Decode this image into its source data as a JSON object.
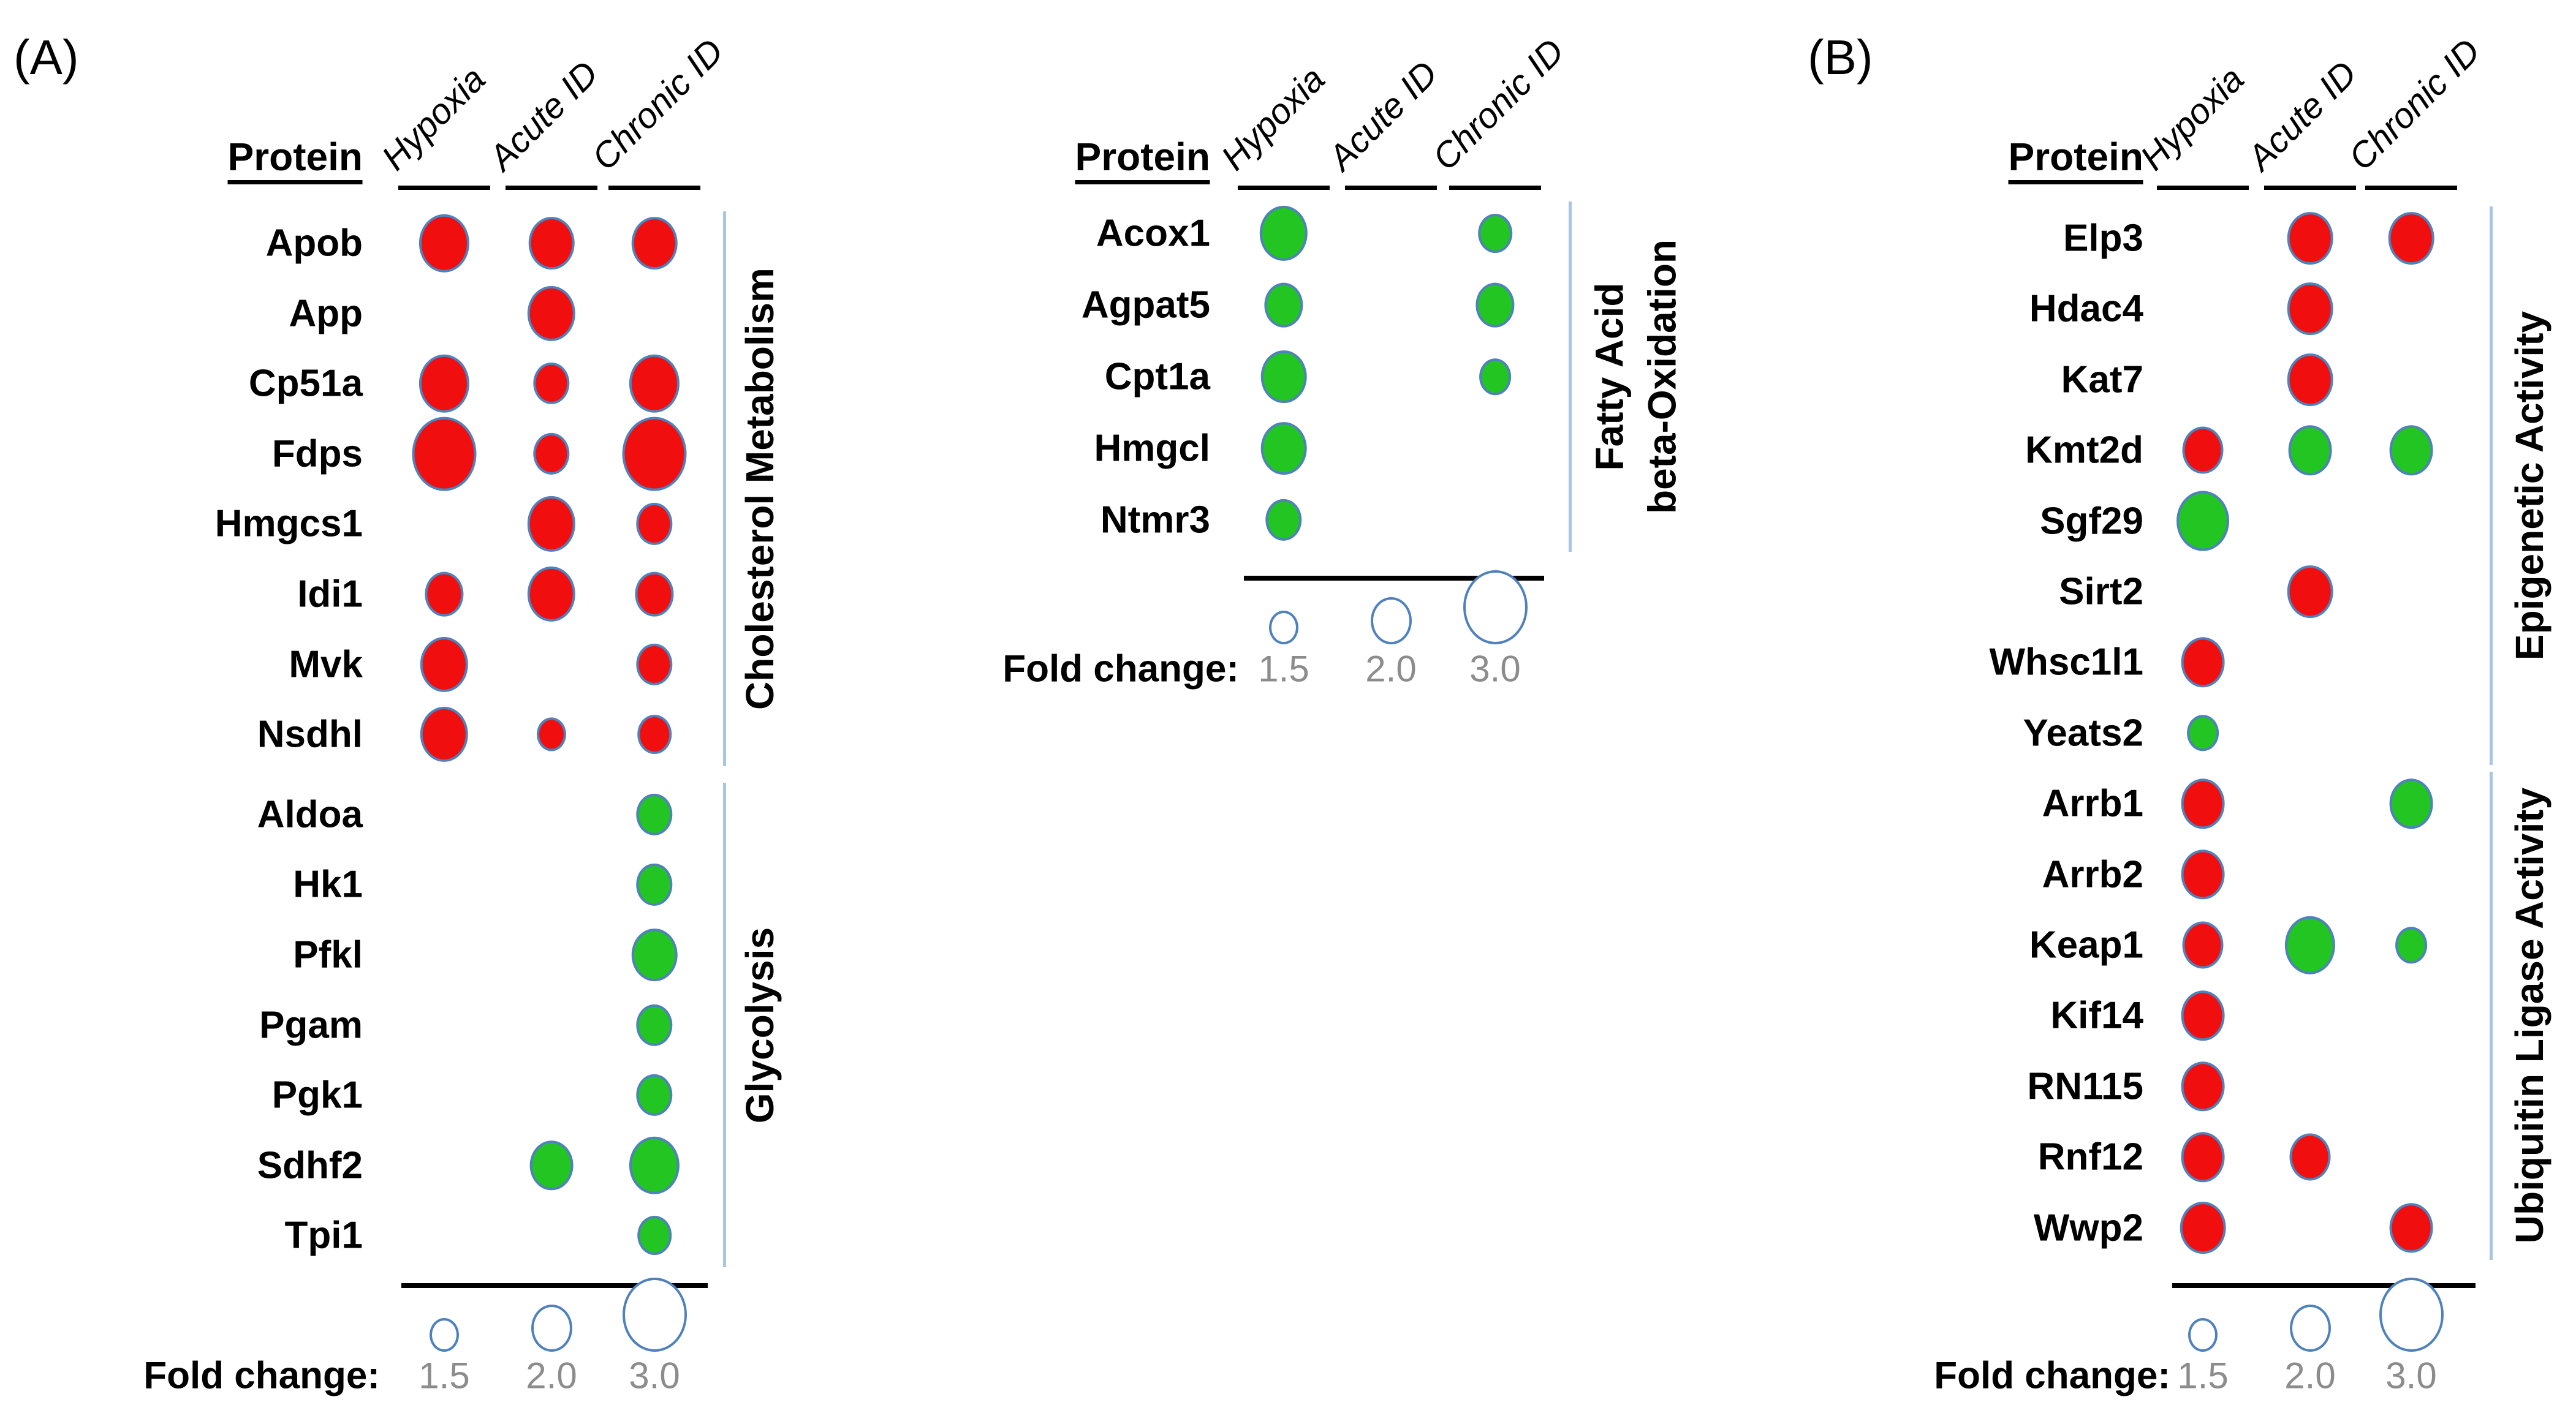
{
  "figure": {
    "panel_a_label": "(A)",
    "panel_b_label": "(B)",
    "protein_header": "Protein",
    "fold_change_label": "Fold change:",
    "legend_values": [
      "1.5",
      "2.0",
      "3.0"
    ],
    "columns": [
      "Hypoxia",
      "Acute ID",
      "Chronic ID"
    ],
    "colors": {
      "red_dot": "#f10e0e",
      "green_dot": "#22c522",
      "dot_outline": "#4f81bd",
      "group_bracket": "#a9c5e6",
      "legend_number": "#8c8c8c",
      "text": "#000000"
    }
  },
  "chart_data": {
    "type": "bubble-matrix",
    "columns": [
      "Hypoxia",
      "Acute ID",
      "Chronic ID"
    ],
    "legend": {
      "label": "Fold change:",
      "values": [
        1.5,
        2.0,
        3.0
      ]
    },
    "dot_colors": [
      "red",
      "green"
    ],
    "panels": [
      {
        "id": "A-left",
        "groups": [
          {
            "label": "Cholesterol Metabolism",
            "rows": [
              {
                "protein": "Apob",
                "dots": [
                  {
                    "col": 0,
                    "fold": 2.4,
                    "color": "red"
                  },
                  {
                    "col": 1,
                    "fold": 2.2,
                    "color": "red"
                  },
                  {
                    "col": 2,
                    "fold": 2.2,
                    "color": "red"
                  }
                ]
              },
              {
                "protein": "App",
                "dots": [
                  {
                    "col": 1,
                    "fold": 2.3,
                    "color": "red"
                  }
                ]
              },
              {
                "protein": "Cp51a",
                "dots": [
                  {
                    "col": 0,
                    "fold": 2.4,
                    "color": "red"
                  },
                  {
                    "col": 1,
                    "fold": 1.8,
                    "color": "red"
                  },
                  {
                    "col": 2,
                    "fold": 2.4,
                    "color": "red"
                  }
                ]
              },
              {
                "protein": "Fdps",
                "dots": [
                  {
                    "col": 0,
                    "fold": 3.0,
                    "color": "red"
                  },
                  {
                    "col": 1,
                    "fold": 1.8,
                    "color": "red"
                  },
                  {
                    "col": 2,
                    "fold": 3.0,
                    "color": "red"
                  }
                ]
              },
              {
                "protein": "Hmgcs1",
                "dots": [
                  {
                    "col": 1,
                    "fold": 2.3,
                    "color": "red"
                  },
                  {
                    "col": 2,
                    "fold": 1.8,
                    "color": "red"
                  }
                ]
              },
              {
                "protein": "Idi1",
                "dots": [
                  {
                    "col": 0,
                    "fold": 1.9,
                    "color": "red"
                  },
                  {
                    "col": 1,
                    "fold": 2.3,
                    "color": "red"
                  },
                  {
                    "col": 2,
                    "fold": 1.9,
                    "color": "red"
                  }
                ]
              },
              {
                "protein": "Mvk",
                "dots": [
                  {
                    "col": 0,
                    "fold": 2.3,
                    "color": "red"
                  },
                  {
                    "col": 2,
                    "fold": 1.8,
                    "color": "red"
                  }
                ]
              },
              {
                "protein": "Nsdhl",
                "dots": [
                  {
                    "col": 0,
                    "fold": 2.3,
                    "color": "red"
                  },
                  {
                    "col": 1,
                    "fold": 1.5,
                    "color": "red"
                  },
                  {
                    "col": 2,
                    "fold": 1.7,
                    "color": "red"
                  }
                ]
              }
            ]
          },
          {
            "label": "Glycolysis",
            "rows": [
              {
                "protein": "Aldoa",
                "dots": [
                  {
                    "col": 2,
                    "fold": 1.8,
                    "color": "green"
                  }
                ]
              },
              {
                "protein": "Hk1",
                "dots": [
                  {
                    "col": 2,
                    "fold": 1.8,
                    "color": "green"
                  }
                ]
              },
              {
                "protein": "Pfkl",
                "dots": [
                  {
                    "col": 2,
                    "fold": 2.2,
                    "color": "green"
                  }
                ]
              },
              {
                "protein": "Pgam",
                "dots": [
                  {
                    "col": 2,
                    "fold": 1.8,
                    "color": "green"
                  }
                ]
              },
              {
                "protein": "Pgk1",
                "dots": [
                  {
                    "col": 2,
                    "fold": 1.8,
                    "color": "green"
                  }
                ]
              },
              {
                "protein": "Sdhf2",
                "dots": [
                  {
                    "col": 1,
                    "fold": 2.1,
                    "color": "green"
                  },
                  {
                    "col": 2,
                    "fold": 2.4,
                    "color": "green"
                  }
                ]
              },
              {
                "protein": "Tpi1",
                "dots": [
                  {
                    "col": 2,
                    "fold": 1.7,
                    "color": "green"
                  }
                ]
              }
            ]
          }
        ]
      },
      {
        "id": "A-right",
        "groups": [
          {
            "label": "Fatty Acid beta-Oxidation",
            "label_lines": [
              "Fatty Acid",
              "beta-Oxidation"
            ],
            "rows": [
              {
                "protein": "Acox1",
                "dots": [
                  {
                    "col": 0,
                    "fold": 2.3,
                    "color": "green"
                  },
                  {
                    "col": 2,
                    "fold": 1.7,
                    "color": "green"
                  }
                ]
              },
              {
                "protein": "Agpat5",
                "dots": [
                  {
                    "col": 0,
                    "fold": 1.9,
                    "color": "green"
                  },
                  {
                    "col": 2,
                    "fold": 1.9,
                    "color": "green"
                  }
                ]
              },
              {
                "protein": "Cpt1a",
                "dots": [
                  {
                    "col": 0,
                    "fold": 2.2,
                    "color": "green"
                  },
                  {
                    "col": 2,
                    "fold": 1.6,
                    "color": "green"
                  }
                ]
              },
              {
                "protein": "Hmgcl",
                "dots": [
                  {
                    "col": 0,
                    "fold": 2.2,
                    "color": "green"
                  }
                ]
              },
              {
                "protein": "Ntmr3",
                "dots": [
                  {
                    "col": 0,
                    "fold": 1.8,
                    "color": "green"
                  }
                ]
              }
            ]
          }
        ]
      },
      {
        "id": "B",
        "groups": [
          {
            "label": "Epigenetic Activity",
            "rows": [
              {
                "protein": "Elp3",
                "dots": [
                  {
                    "col": 1,
                    "fold": 2.2,
                    "color": "red"
                  },
                  {
                    "col": 2,
                    "fold": 2.2,
                    "color": "red"
                  }
                ]
              },
              {
                "protein": "Hdac4",
                "dots": [
                  {
                    "col": 1,
                    "fold": 2.2,
                    "color": "red"
                  }
                ]
              },
              {
                "protein": "Kat7",
                "dots": [
                  {
                    "col": 1,
                    "fold": 2.2,
                    "color": "red"
                  }
                ]
              },
              {
                "protein": "Kmt2d",
                "dots": [
                  {
                    "col": 0,
                    "fold": 2.0,
                    "color": "red"
                  },
                  {
                    "col": 1,
                    "fold": 2.1,
                    "color": "green"
                  },
                  {
                    "col": 2,
                    "fold": 2.1,
                    "color": "green"
                  }
                ]
              },
              {
                "protein": "Sgf29",
                "dots": [
                  {
                    "col": 0,
                    "fold": 2.5,
                    "color": "green"
                  }
                ]
              },
              {
                "protein": "Sirt2",
                "dots": [
                  {
                    "col": 1,
                    "fold": 2.2,
                    "color": "red"
                  }
                ]
              },
              {
                "protein": "Whsc1l1",
                "dots": [
                  {
                    "col": 0,
                    "fold": 2.1,
                    "color": "red"
                  }
                ]
              },
              {
                "protein": "Yeats2",
                "dots": [
                  {
                    "col": 0,
                    "fold": 1.6,
                    "color": "green"
                  }
                ]
              }
            ]
          },
          {
            "label": "Ubiquitin Ligase Activity",
            "rows": [
              {
                "protein": "Arrb1",
                "dots": [
                  {
                    "col": 0,
                    "fold": 2.1,
                    "color": "red"
                  },
                  {
                    "col": 2,
                    "fold": 2.1,
                    "color": "green"
                  }
                ]
              },
              {
                "protein": "Arrb2",
                "dots": [
                  {
                    "col": 0,
                    "fold": 2.1,
                    "color": "red"
                  }
                ]
              },
              {
                "protein": "Keap1",
                "dots": [
                  {
                    "col": 0,
                    "fold": 2.0,
                    "color": "red"
                  },
                  {
                    "col": 1,
                    "fold": 2.4,
                    "color": "green"
                  },
                  {
                    "col": 2,
                    "fold": 1.6,
                    "color": "green"
                  }
                ]
              },
              {
                "protein": "Kif14",
                "dots": [
                  {
                    "col": 0,
                    "fold": 2.1,
                    "color": "red"
                  }
                ]
              },
              {
                "protein": "RN115",
                "dots": [
                  {
                    "col": 0,
                    "fold": 2.1,
                    "color": "red"
                  }
                ]
              },
              {
                "protein": "Rnf12",
                "dots": [
                  {
                    "col": 0,
                    "fold": 2.1,
                    "color": "red"
                  },
                  {
                    "col": 1,
                    "fold": 2.0,
                    "color": "red"
                  }
                ]
              },
              {
                "protein": "Wwp2",
                "dots": [
                  {
                    "col": 0,
                    "fold": 2.2,
                    "color": "red"
                  },
                  {
                    "col": 2,
                    "fold": 2.1,
                    "color": "red"
                  }
                ]
              }
            ]
          }
        ]
      }
    ]
  }
}
